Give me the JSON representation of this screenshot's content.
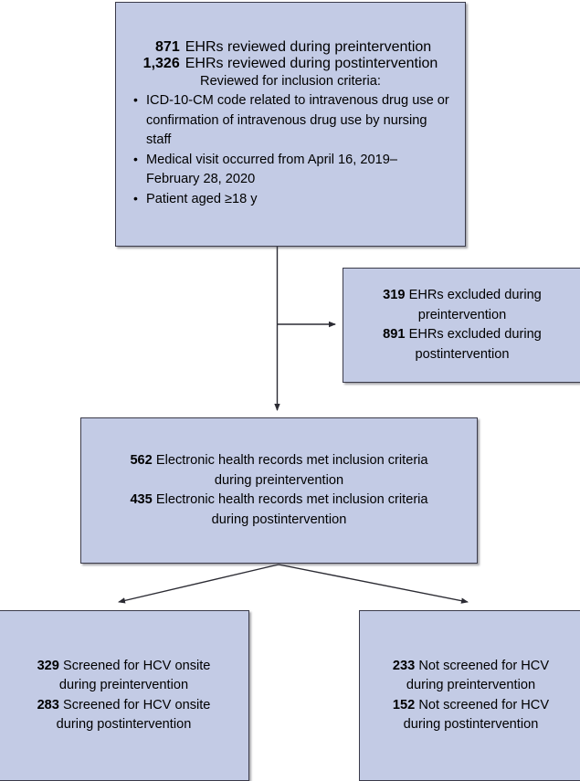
{
  "figure": {
    "type": "flowchart",
    "orientation": "top-down",
    "box_fill": "#c3cbe5",
    "box_border": "#3b3b4a",
    "text_color": "#000000",
    "connector_color": "#2b2b33"
  },
  "nodes": {
    "reviewed": {
      "name": "ehrs-reviewed",
      "headline": [
        {
          "count": "871",
          "text": "EHRs reviewed during preintervention"
        },
        {
          "count": "1,326",
          "text": "EHRs reviewed during postintervention"
        }
      ],
      "criteria_heading": "Reviewed for inclusion criteria:",
      "criteria": [
        "ICD-10-CM code related to intravenous drug use or confirmation of intravenous drug use by nursing staff",
        "Medical visit occurred from April 16, 2019–February 28, 2020",
        "Patient aged ≥18 y"
      ]
    },
    "excluded": {
      "name": "ehrs-excluded",
      "lines": [
        {
          "count": "319",
          "text": "EHRs excluded during"
        },
        {
          "count": "",
          "text": "preintervention"
        },
        {
          "count": "891",
          "text": "EHRs excluded during"
        },
        {
          "count": "",
          "text": "postintervention"
        }
      ]
    },
    "met_criteria": {
      "name": "met-inclusion-criteria",
      "lines": [
        {
          "count": "562",
          "text": "Electronic health records met inclusion criteria"
        },
        {
          "count": "",
          "text": "during preintervention"
        },
        {
          "count": "435",
          "text": "Electronic health records met inclusion criteria"
        },
        {
          "count": "",
          "text": "during postintervention"
        }
      ]
    },
    "screened": {
      "name": "screened-for-hcv-onsite",
      "lines": [
        {
          "count": "329",
          "text": "Screened for HCV onsite"
        },
        {
          "count": "",
          "text": "during preintervention"
        },
        {
          "count": "283",
          "text": "Screened for HCV onsite"
        },
        {
          "count": "",
          "text": "during postintervention"
        }
      ]
    },
    "not_screened": {
      "name": "not-screened-for-hcv",
      "lines": [
        {
          "count": "233",
          "text": "Not screened for HCV"
        },
        {
          "count": "",
          "text": "during preintervention"
        },
        {
          "count": "152",
          "text": "Not screened for HCV"
        },
        {
          "count": "",
          "text": "during postintervention"
        }
      ]
    }
  },
  "edges": [
    {
      "from": "reviewed",
      "to": "met_criteria",
      "style": "vertical-arrow"
    },
    {
      "from": "reviewed",
      "to": "excluded",
      "style": "branch-right-arrow"
    },
    {
      "from": "met_criteria",
      "to": "screened",
      "style": "diagonal-arrow-left"
    },
    {
      "from": "met_criteria",
      "to": "not_screened",
      "style": "diagonal-arrow-right"
    }
  ]
}
